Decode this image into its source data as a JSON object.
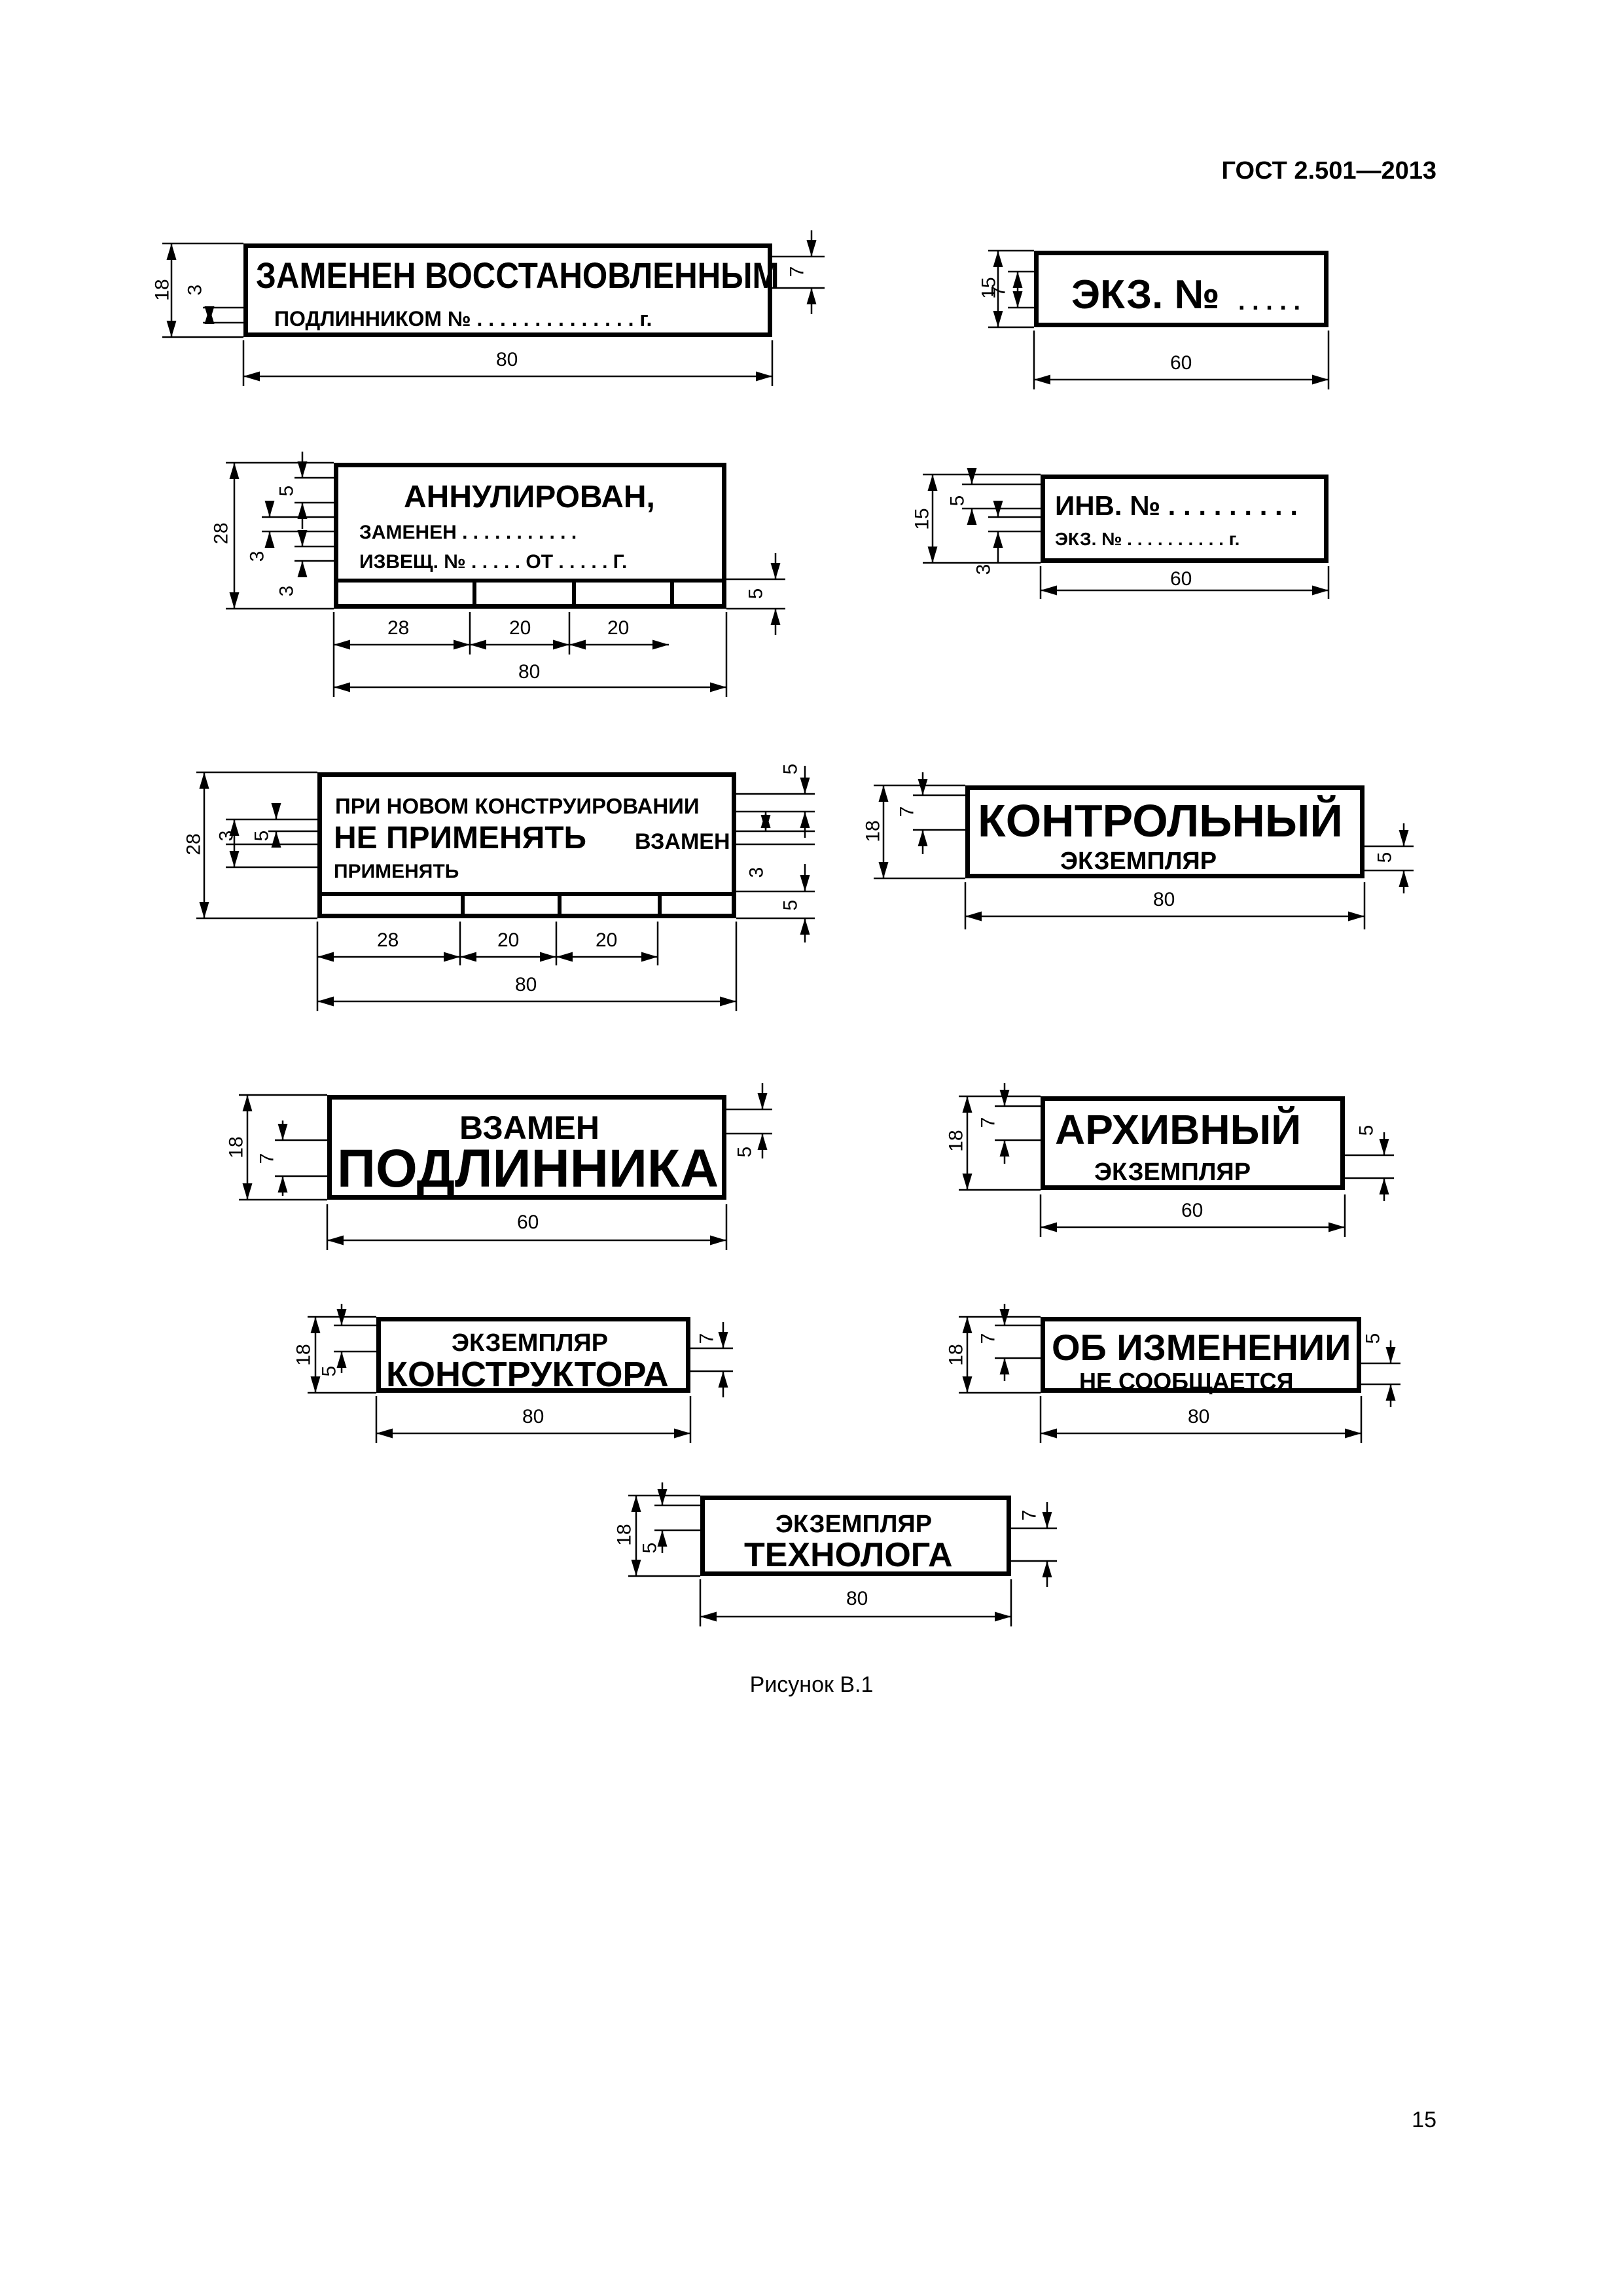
{
  "header": "ГОСТ 2.501—2013",
  "caption": "Рисунок В.1",
  "page_number": "15",
  "stamps": {
    "s1": {
      "line1": "ЗАМЕНЕН ВОССТАНОВЛЕННЫМ",
      "line2": "ПОДЛИННИКОМ № . . . . . . . . . . . . . .  г.",
      "d_total": "18",
      "d_gap": "3",
      "d_cap": "7",
      "d_width": "80"
    },
    "s2": {
      "line1": "ЭКЗ. №",
      "dots": ". . . . .",
      "d_total": "15",
      "d_cap": "7",
      "d_width": "60"
    },
    "s3": {
      "line1": "АННУЛИРОВАН,",
      "line2": "ЗАМЕНЕН . . . . . . . . . . .",
      "line3": "ИЗВЕЩ. № . . . . . ОТ . . . . . Г.",
      "d_total": "28",
      "d_a": "5",
      "d_b": "3",
      "d_c": "3",
      "d_row": "5",
      "d_c1": "28",
      "d_c2": "20",
      "d_c3": "20",
      "d_width": "80"
    },
    "s4": {
      "line1": "ИНВ. № . . . . . . . . .",
      "line2": "ЭКЗ. № . . . . . . . . . . г.",
      "d_total": "15",
      "d_a": "5",
      "d_b": "3",
      "d_width": "60"
    },
    "s5": {
      "line1": "ПРИ НОВОМ КОНСТРУИРОВАНИИ",
      "line2a": "НЕ ПРИМЕНЯТЬ",
      "line2b": "ВЗАМЕН",
      "line3": "ПРИМЕНЯТЬ",
      "d_total": "28",
      "d_a": "3",
      "d_b": "5",
      "d_r1": "5",
      "d_r2": "3",
      "d_r3": "5",
      "d_c1": "28",
      "d_c2": "20",
      "d_c3": "20",
      "d_width": "80"
    },
    "s6": {
      "line1": "КОНТРОЛЬНЫЙ",
      "line2": "ЭКЗЕМПЛЯР",
      "d_total": "18",
      "d_cap": "7",
      "d_small": "5",
      "d_width": "80"
    },
    "s7": {
      "line1": "ВЗАМЕН",
      "line2": "ПОДЛИННИКА",
      "d_total": "18",
      "d_cap": "7",
      "d_small": "5",
      "d_width": "60"
    },
    "s8": {
      "line1": "АРХИВНЫЙ",
      "line2": "ЭКЗЕМПЛЯР",
      "d_total": "18",
      "d_cap": "7",
      "d_small": "5",
      "d_width": "60"
    },
    "s9": {
      "line1": "ЭКЗЕМПЛЯР",
      "line2": "КОНСТРУКТОРА",
      "d_total": "18",
      "d_small": "5",
      "d_cap": "7",
      "d_width": "80"
    },
    "s10": {
      "line1": "ОБ ИЗМЕНЕНИИ",
      "line2": "НЕ СООБЩАЕТСЯ",
      "d_total": "18",
      "d_cap": "7",
      "d_small": "5",
      "d_width": "80"
    },
    "s11": {
      "line1": "ЭКЗЕМПЛЯР",
      "line2": "ТЕХНОЛОГА",
      "d_total": "18",
      "d_small": "5",
      "d_cap": "7",
      "d_width": "80"
    }
  }
}
